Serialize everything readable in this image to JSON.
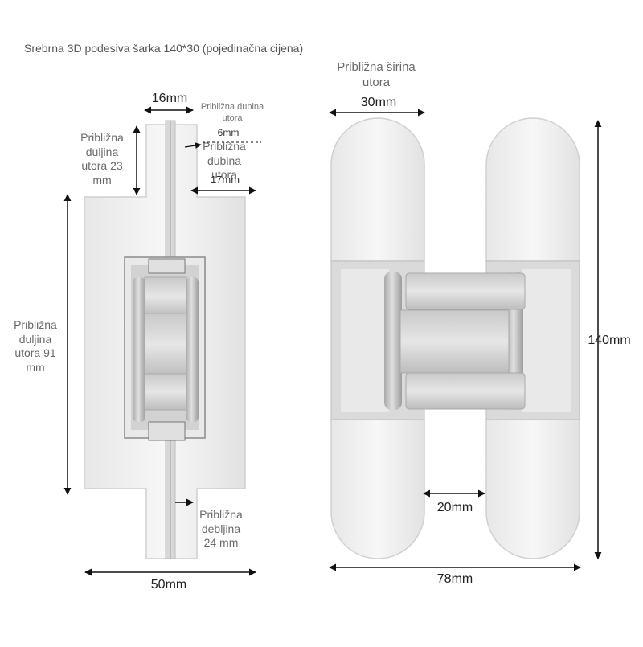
{
  "title": "Srebrna 3D podesiva šarka 140*30 (pojedinačna cijena)",
  "colors": {
    "metal_light": "#f3f3f3",
    "metal_mid": "#d9d9d9",
    "metal_dark": "#b8b8b8",
    "line": "#111111"
  },
  "left_view": {
    "width_top": "16mm",
    "groove_depth_small": "Približna dubina utora",
    "depth_6": "6mm",
    "groove_depth_label": "Približna dubina utora",
    "depth_17": "17mm",
    "groove_length_23": "Približna duljina utora 23 mm",
    "groove_length_91": "Približna duljina utora 91 mm",
    "thickness": "Približna debljina 24 mm",
    "width_bottom": "50mm"
  },
  "right_view": {
    "groove_width": "Približna širina utora",
    "width_30": "30mm",
    "height_140": "140mm",
    "gap_20": "20mm",
    "width_78": "78mm"
  }
}
